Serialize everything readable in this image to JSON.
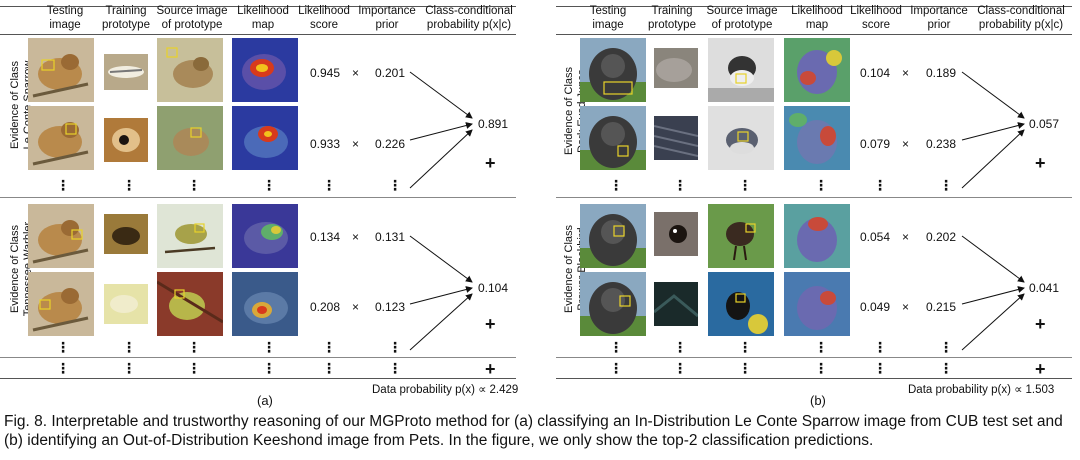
{
  "headers": {
    "testing": "Testing\nimage",
    "training": "Training\nprototype",
    "source": "Source image\nof prototype",
    "likelihood_map": "Likelihood\nmap",
    "likelihood_score": "Likelihood\nscore",
    "prior": "Importance\nprior",
    "class_cond": "Class-conditional\nprobability p(x|c)"
  },
  "panel_a": {
    "class1_label": "Evidence of Class\nLe Conte Sparrow",
    "class2_label": "Evidence of Class\nTennessee Warbler",
    "rows": [
      {
        "score": "0.945",
        "prior": "0.201"
      },
      {
        "score": "0.933",
        "prior": "0.226"
      },
      {
        "score": "0.134",
        "prior": "0.131"
      },
      {
        "score": "0.208",
        "prior": "0.123"
      }
    ],
    "class1_prob": "0.891",
    "class2_prob": "0.104",
    "data_prob_label": "Data probability p(x) ∝",
    "data_prob_value": "2.429",
    "sublabel": "(a)"
  },
  "panel_b": {
    "class1_label": "Evidence of Class\nDark Eyed Junco",
    "class2_label": "Evidence of Class\nBrewer Blackbird",
    "rows": [
      {
        "score": "0.104",
        "prior": "0.189"
      },
      {
        "score": "0.079",
        "prior": "0.238"
      },
      {
        "score": "0.054",
        "prior": "0.202"
      },
      {
        "score": "0.049",
        "prior": "0.215"
      }
    ],
    "class1_prob": "0.057",
    "class2_prob": "0.041",
    "data_prob_label": "Data probability p(x) ∝",
    "data_prob_value": "1.503",
    "sublabel": "(b)"
  },
  "symbols": {
    "times": "×",
    "plus": "+",
    "vdots": "⋮"
  },
  "caption": "Fig. 8. Interpretable and trustworthy reasoning of our MGProto method for (a) classifying an In-Distribution Le Conte Sparrow image from CUB test set and (b) identifying an Out-of-Distribution Keeshond image from Pets. In the figure, we only show the top-2 classification predictions.",
  "colors": {
    "sparrow": "#b98a4c",
    "dog": "#3a3a3a",
    "heat_hot": "#d83a1c",
    "heat_cold": "#2b3aa0",
    "grass": "#5a8a3a"
  }
}
